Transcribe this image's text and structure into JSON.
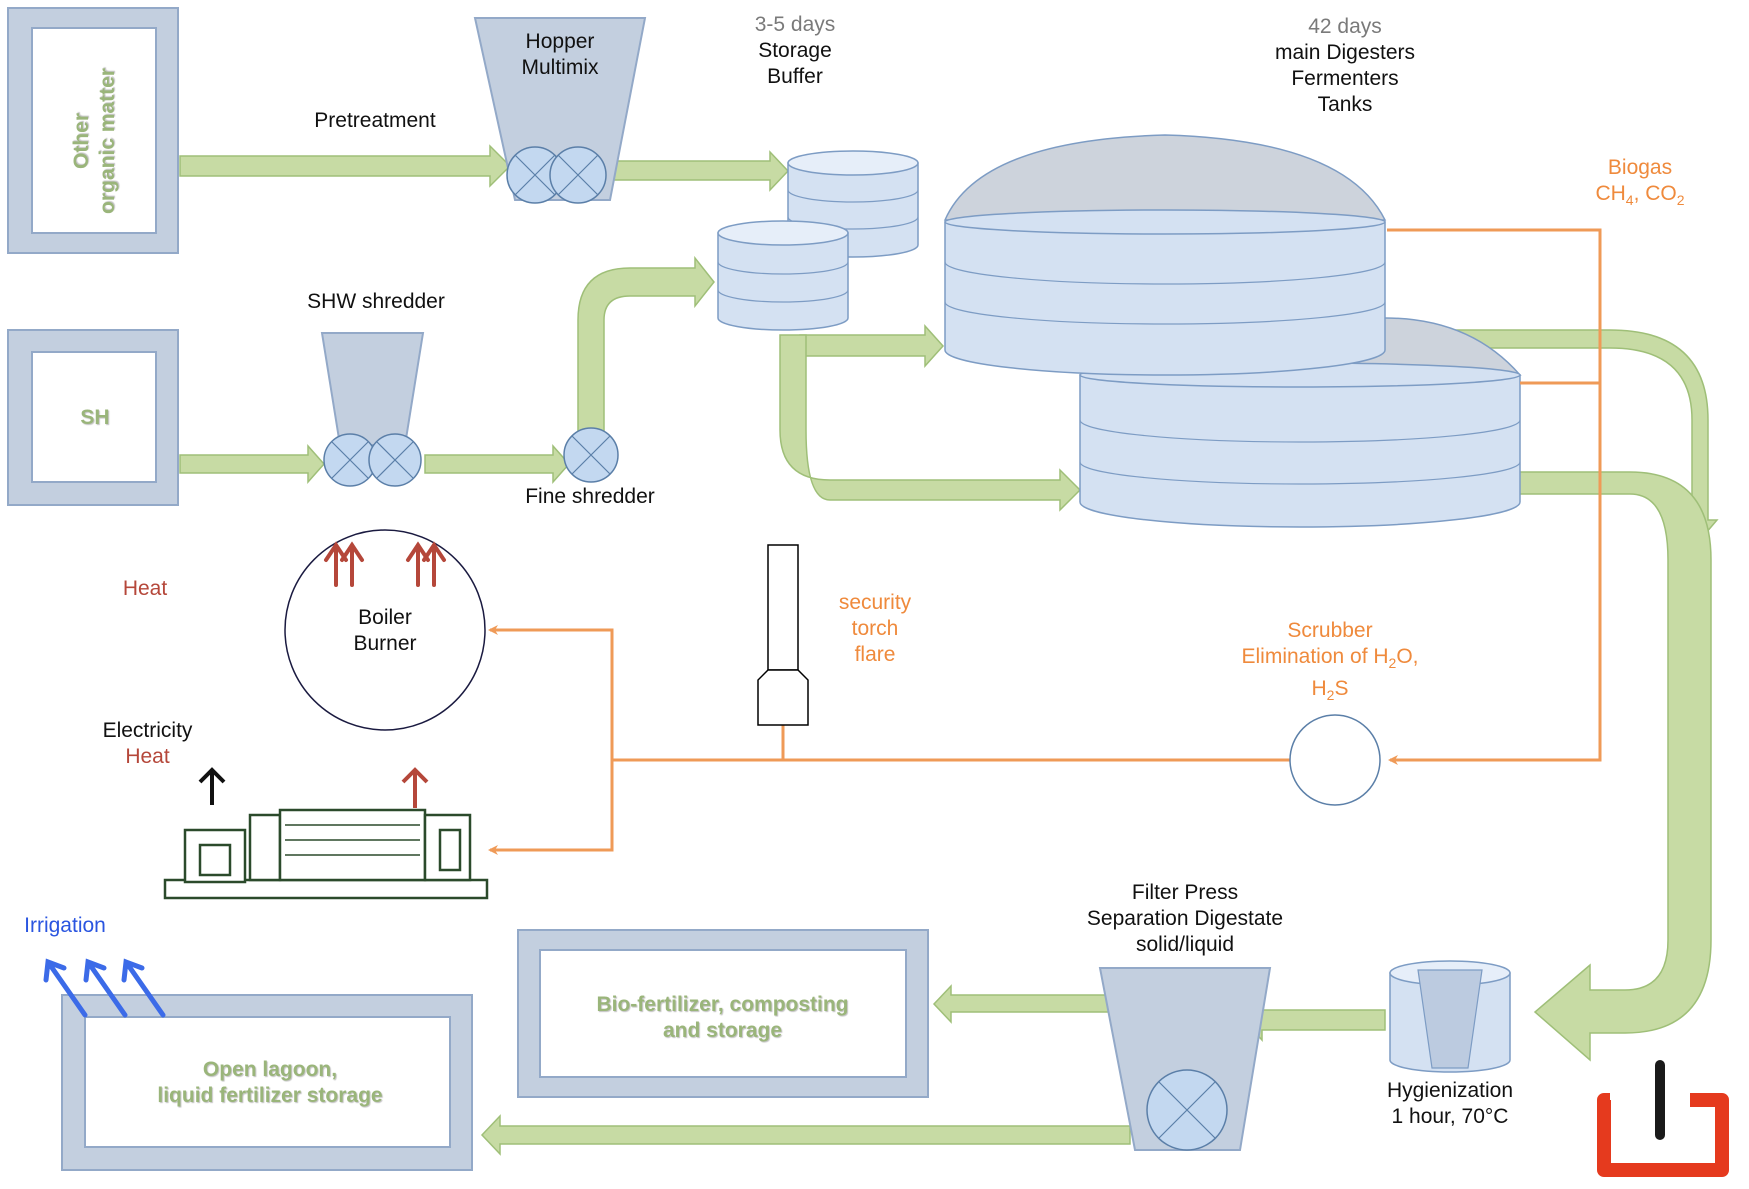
{
  "sources": {
    "other_organic": {
      "line1": "Other",
      "line2": "organic matter"
    },
    "sh": "SH"
  },
  "process": {
    "pretreatment": "Pretreatment",
    "hopper": {
      "line1": "Hopper",
      "line2": "Multimix"
    },
    "shw_shredder": "SHW shredder",
    "fine_shredder": "Fine shredder",
    "storage": {
      "duration": "3-5 days",
      "line1": "Storage",
      "line2": "Buffer"
    },
    "digesters": {
      "duration": "42 days",
      "line1": "main Digesters",
      "line2": "Fermenters",
      "line3": "Tanks"
    },
    "biogas": {
      "line1": "Biogas",
      "line2": "CH",
      "sub1": "4",
      "line2b": ", CO",
      "sub2": "2"
    },
    "security_flare": {
      "line1": "security",
      "line2": "torch",
      "line3": "flare"
    },
    "scrubber": {
      "line1": "Scrubber",
      "line2a": "Elimination of H",
      "sub1": "2",
      "line2b": "O,",
      "line3a": "H",
      "sub2": "2",
      "line3b": "S"
    },
    "boiler": {
      "line1": "Boiler",
      "line2": "Burner"
    },
    "heat_boiler": "Heat",
    "chp": {
      "line1": "Electricity",
      "line2": "Heat"
    },
    "filter_press": {
      "line1": "Filter Press",
      "line2": "Separation Digestate",
      "line3": "solid/liquid"
    },
    "hygienization": {
      "line1": "Hygienization",
      "line2": "1 hour, 70°C"
    },
    "biofertilizer": {
      "line1": "Bio-fertilizer, composting",
      "line2": "and  storage"
    },
    "lagoon": {
      "line1": "Open lagoon,",
      "line2": "liquid fertilizer storage"
    },
    "irrigation": "Irrigation"
  },
  "colors": {
    "pipe_green": "#c7dba4",
    "pipe_green_stroke": "#9fbf78",
    "gas_orange": "#ef9a57",
    "heat_red": "#b5473a",
    "irrigation_blue": "#3c6be8",
    "box_fill": "#c3cfdf",
    "box_stroke": "#93a9c8",
    "tank_fill": "#d4e1f2",
    "logo_red": "#e53a1e"
  }
}
